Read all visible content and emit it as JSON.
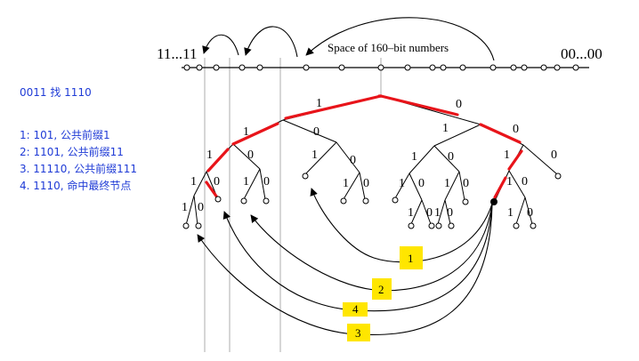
{
  "query": "0011 找 1110",
  "steps": [
    "1: 101, 公共前缀1",
    "2: 1101, 公共前缀11",
    "3. 11110, 公共前缀111",
    "4. 1110, 命中最终节点"
  ],
  "id_space": {
    "left_label": "11...11",
    "right_label": "00...00",
    "caption": "Space of 160–bit numbers"
  },
  "edge_labels": {
    "root_left": "1",
    "root_right": "0",
    "l1_1": "1",
    "l1_0": "0",
    "l2_1": "1",
    "l2_0": "0",
    "l3_1": "1",
    "l3_0": "0",
    "l4_1": "1",
    "l4_0": "0",
    "m1": "1",
    "m0": "0",
    "m2_1": "1",
    "m2_0": "0",
    "r1_1": "1",
    "r1_0": "0",
    "r2a_1": "1",
    "r2a_0": "0",
    "r2b_1": "1",
    "r2b_0": "0",
    "r3a_1": "1",
    "r3a_0": "0",
    "r3b_1": "1",
    "r3b_0": "0",
    "rr_1": "1",
    "rr_0": "0",
    "rr2_1": "1",
    "rr2_0": "0",
    "rr3_1": "1",
    "rr3_0": "0",
    "rr4_1": "1",
    "rr4_0": "0"
  },
  "badges": [
    "1",
    "2",
    "4",
    "3"
  ],
  "colors": {
    "text_blue": "#1f3bd6",
    "path_red": "#e8141a",
    "badge_yellow": "#ffe600"
  }
}
